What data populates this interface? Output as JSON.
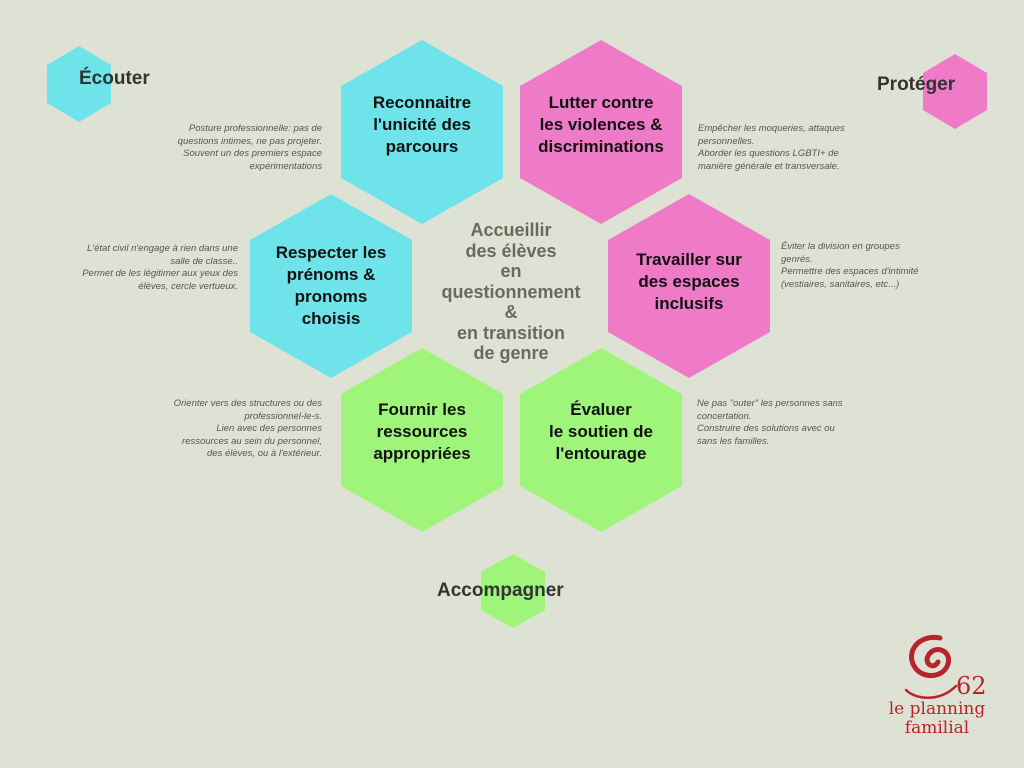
{
  "categories": {
    "ecouter": "Écouter",
    "proteger": "Protéger",
    "accompagner": "Accompagner"
  },
  "center_title": "Accueillir\ndes élèves\nen\nquestionnement\n&\nen transition\nde genre",
  "hexagons": {
    "reconnaitre": "Reconnaitre\nl'unicité des\nparcours",
    "lutter": "Lutter contre\nles violences &\ndiscriminations",
    "respecter": "Respecter les\nprénoms &\npronoms\nchoisis",
    "travailler": "Travailler sur\ndes espaces\ninclusifs",
    "fournir": "Fournir les\nressources\nappropriées",
    "evaluer": "Évaluer\nle soutien de\nl'entourage"
  },
  "notes": {
    "reconnaitre": "Posture professionnelle: pas de\nquestions intimes, ne pas projeter.\nSouvent un des premiers espace\nexpérimentations",
    "lutter": "Empêcher les moqueries, attaques\npersonnelles.\nAborder les questions LGBTI+ de\nmanière générale et transversale.",
    "respecter": "L'état civil n'engage à rien dans une\nsalle de classe..\nPermet de les légitimer aux yeux des\nélèves, cercle vertueux.",
    "travailler": "Éviter la division en groupes\ngenrés.\nPermettre des espaces d'intimité\n(vestiaires, sanitaires, etc...)",
    "fournir": "Orienter vers des structures ou des\nprofessionnel-le-s.\nLien avec des personnes\nressources au sein du personnel,\ndes élèves, ou à l'extérieur.",
    "evaluer": "Ne pas \"outer\" les personnes sans\nconcertation.\nConstruire des solutions avec ou\nsans les familles."
  },
  "logo": {
    "number": "62",
    "text": "le planning\nfamilial"
  },
  "colors": {
    "background": "#dee2d5",
    "cyan": "#6ee3ea",
    "pink": "#ef7bc8",
    "green": "#9ef57a",
    "brand_red": "#b9242b"
  }
}
